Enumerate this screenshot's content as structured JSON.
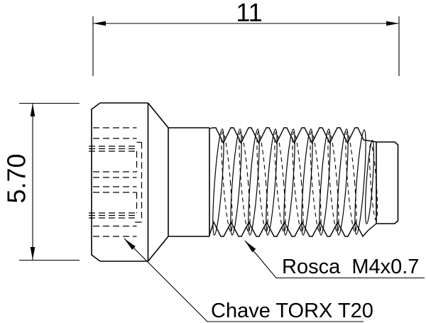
{
  "drawing": {
    "dimensions": {
      "overall_length": "11",
      "head_height": "5.70"
    },
    "labels": {
      "thread": "Rosca  M4x0.7",
      "drive": "Chave TORX T20"
    },
    "colors": {
      "line": "#000000",
      "background": "#ffffff"
    }
  }
}
